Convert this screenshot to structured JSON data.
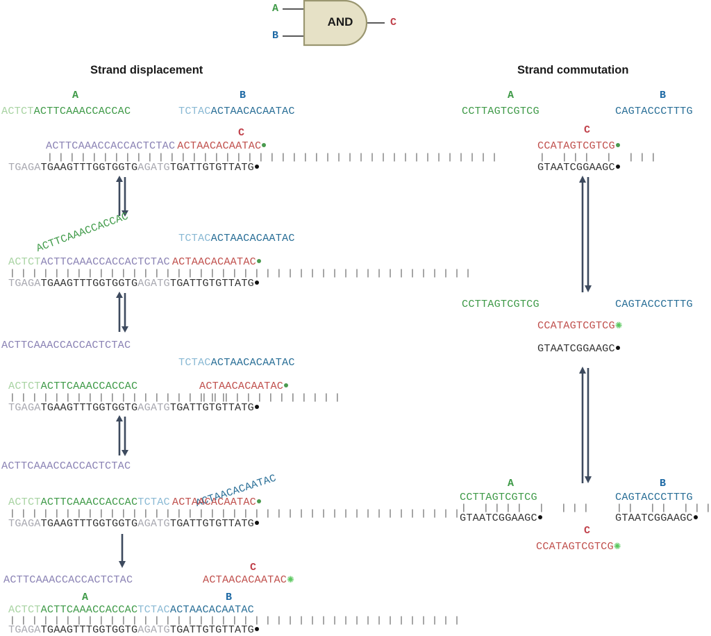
{
  "gate": {
    "label": "AND",
    "input_a": "A",
    "input_b": "B",
    "output": "C",
    "fill_color": "#e6e1c6",
    "stroke_color": "#9a9670"
  },
  "colors": {
    "strand_a": "#3f9a48",
    "strand_b": "#2a6f97",
    "strand_c": "#c0504d",
    "threshold": "#8a82b4",
    "template": "#333333",
    "fluorophore_quenched": "#4a9a4e",
    "fluorophore_active": "#5cc860",
    "arrow": "#3d4a5e"
  },
  "displacement": {
    "title": "Strand displacement",
    "state1": {
      "label_a": "A",
      "label_b": "B",
      "label_c": "C",
      "a_toe": "ACTCT",
      "a_main": "ACTTCAAACCACCAC",
      "b_toe": "TCTAC",
      "b_main": "ACTAACACAATAC",
      "threshold": "ACTTCAAACCACCACTCTAC",
      "output": "ACTAACACAATAC",
      "pairs": "| | | | | | | | | | | | | | | | | | | | | | | | | | | | | | | | | | | | | | | | |",
      "tmpl_1": "TGAGA",
      "tmpl_2": "TGAAGTTTGGTGGTG",
      "tmpl_3": "AGATG",
      "tmpl_4": "TGATTGTGTTATG"
    },
    "state2": {
      "a_toe": "ACTCT",
      "a_tail": "ACTTCAAACCACCAC",
      "b_toe": "TCTAC",
      "b_main": "ACTAACACAATAC",
      "threshold": "ACTTCAAACCACCACTCTAC",
      "output": "ACTAACACAATAC",
      "pairs": "| | | | | | | | | | | | | | | | | | | | | | | | | | | | | | | | | | | | | | | | | |",
      "tmpl_1": "TGAGA",
      "tmpl_2": "TGAAGTTTGGTGGTG",
      "tmpl_3": "AGATG",
      "tmpl_4": "TGATTGTGTTATG"
    },
    "state3": {
      "released_threshold": "ACTTCAAACCACCACTCTAC",
      "b_toe": "TCTAC",
      "b_main": "ACTAACACAATAC",
      "a_toe": "ACTCT",
      "a_main": "ACTTCAAACCACCAC",
      "output": "ACTAACACAATAC",
      "pairs_left": "| | | | | | | | | | | | | | | | | | | |",
      "pairs_right": "| | | | | | | | | | | | |",
      "tmpl_1": "TGAGA",
      "tmpl_2": "TGAAGTTTGGTGGTG",
      "tmpl_3": "AGATG",
      "tmpl_4": "TGATTGTGTTATG"
    },
    "state4": {
      "released_threshold": "ACTTCAAACCACCACTCTAC",
      "a_toe": "ACTCT",
      "a_main": "ACTTCAAACCACCAC",
      "b_toe": "TCTAC",
      "b_tail": "ACTAACACAATAC",
      "output": "ACTAACACAATAC",
      "pairs": "| | | | | | | | | | | | | | | | | | | | | | | | | | | | | | | | | | | | | | | | |",
      "tmpl_1": "TGAGA",
      "tmpl_2": "TGAAGTTTGGTGGTG",
      "tmpl_3": "AGATG",
      "tmpl_4": "TGATTGTGTTATG"
    },
    "state5": {
      "released_threshold": "ACTTCAAACCACCACTCTAC",
      "label_c": "C",
      "released_output": "ACTAACACAATAC",
      "label_a": "A",
      "label_b": "B",
      "a_toe": "ACTCT",
      "a_main": "ACTTCAAACCACCAC",
      "b_toe": "TCTAC",
      "b_main": "ACTAACACAATAC",
      "pairs": "| | | | | | | | | | | | | | | | | | | | | | | | | | | | | | | | | | | | | | | | |",
      "tmpl_1": "TGAGA",
      "tmpl_2": "TGAAGTTTGGTGGTG",
      "tmpl_3": "AGATG",
      "tmpl_4": "TGATTGTGTTATG"
    }
  },
  "commutation": {
    "title": "Strand commutation",
    "state1": {
      "label_a": "A",
      "label_b": "B",
      "label_c": "C",
      "strand_a": "CCTTAGTCGTCG",
      "strand_b": "CAGTACCCTTTG",
      "output": "CCATAGTCGTCG",
      "pairs": "|   | | |   |   | | |",
      "template": "GTAATCGGAAGC"
    },
    "state2": {
      "strand_a": "CCTTAGTCGTCG",
      "strand_b": "CAGTACCCTTTG",
      "output": "CCATAGTCGTCG",
      "template": "GTAATCGGAAGC"
    },
    "state3": {
      "label_a": "A",
      "label_b": "B",
      "label_c": "C",
      "strand_a": "CCTTAGTCGTCG",
      "pairs_a": "|   | | | |   |   | | |",
      "template_a": "GTAATCGGAAGC",
      "strand_b": "CAGTACCCTTTG",
      "pairs_b": "| |   | |   | | | |   |",
      "template_b": "GTAATCGGAAGC",
      "output": "CCATAGTCGTCG"
    }
  }
}
